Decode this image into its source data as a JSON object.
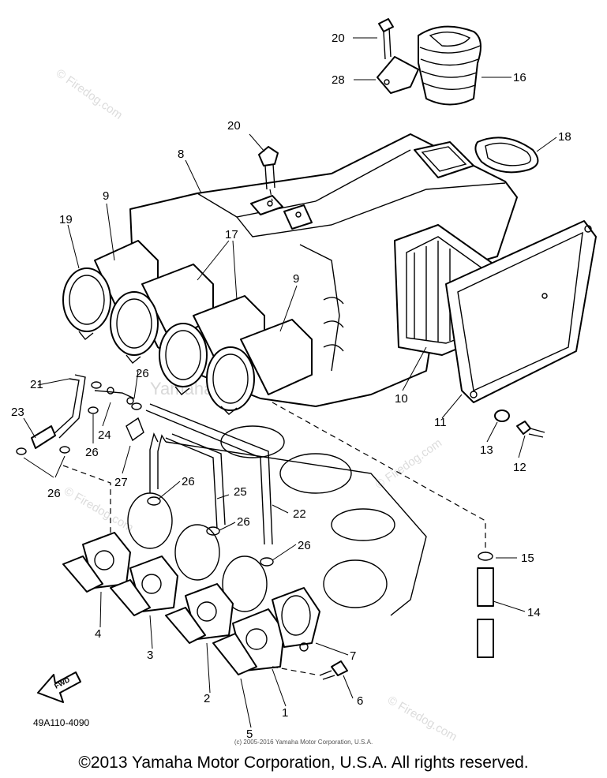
{
  "diagram": {
    "part_code": "49A110-4090",
    "fwd_label": "FWD",
    "small_copyright": "(c) 2005-2016 Yamaha Motor Corporation, U.S.A.",
    "copyright": "©2013 Yamaha Motor Corporation, U.S.A. All rights reserved.",
    "watermarks": [
      {
        "text": "© Firedog.com"
      },
      {
        "text": "Yamaha Motor Corp, U.S.A."
      }
    ],
    "callouts": {
      "c1": "1",
      "c2": "2",
      "c3": "3",
      "c4": "4",
      "c5": "5",
      "c6": "6",
      "c7": "7",
      "c8": "8",
      "c9a": "9",
      "c9b": "9",
      "c10": "10",
      "c11": "11",
      "c12": "12",
      "c13": "13",
      "c14": "14",
      "c15": "15",
      "c16": "16",
      "c17": "17",
      "c18": "18",
      "c19": "19",
      "c20a": "20",
      "c20b": "20",
      "c21": "21",
      "c22": "22",
      "c23": "23",
      "c24": "24",
      "c25": "25",
      "c26a": "26",
      "c26b": "26",
      "c26c": "26",
      "c26d": "26",
      "c26e": "26",
      "c26f": "26",
      "c27": "27",
      "c28": "28"
    }
  }
}
